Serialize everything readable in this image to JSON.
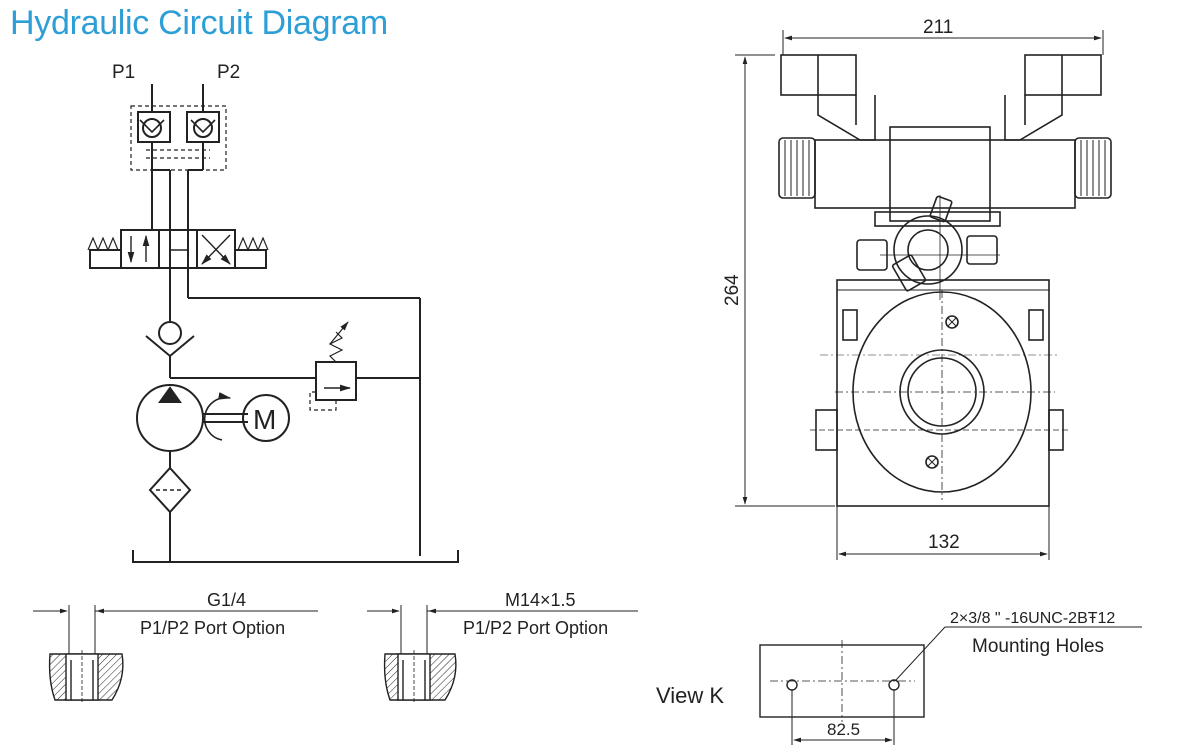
{
  "title": "Hydraulic Circuit Diagram",
  "circuit": {
    "port1": "P1",
    "port2": "P2",
    "motor": "M"
  },
  "side_view": {
    "width_dim": "211",
    "height_dim": "264",
    "base_dim": "132"
  },
  "port_options": [
    {
      "thread": "G1/4",
      "caption": "P1/P2 Port Option"
    },
    {
      "thread": "M14×1.5",
      "caption": "P1/P2 Port Option"
    }
  ],
  "view_k": {
    "label": "View K",
    "hole_spec": "2×3/8 \" -16UNC-2BŦ12",
    "hole_caption": "Mounting Holes",
    "spacing_dim": "82.5"
  },
  "colors": {
    "title": "#2e9fd6",
    "line": "#222222"
  }
}
